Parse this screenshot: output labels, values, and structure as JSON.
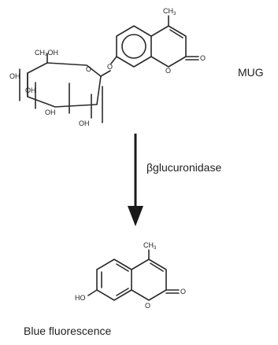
{
  "substrate": {
    "name": "MUG",
    "atoms": {
      "ch3": "CH",
      "ch3_sub": "3",
      "ch2oh": "CH₂OH",
      "oh1": "OH",
      "oh2": "OH",
      "oh3": "OH",
      "oh4": "OH",
      "ring_o": "O",
      "link_o": "O",
      "lactone_o": "O",
      "carbonyl_o": "O"
    }
  },
  "reaction": {
    "enzyme": "βglucuronidase"
  },
  "product": {
    "caption": "Blue fluorescence",
    "atoms": {
      "ch3": "CH",
      "ch3_sub": "3",
      "ho": "HO",
      "lactone_o": "O",
      "carbonyl_o": "O"
    }
  }
}
